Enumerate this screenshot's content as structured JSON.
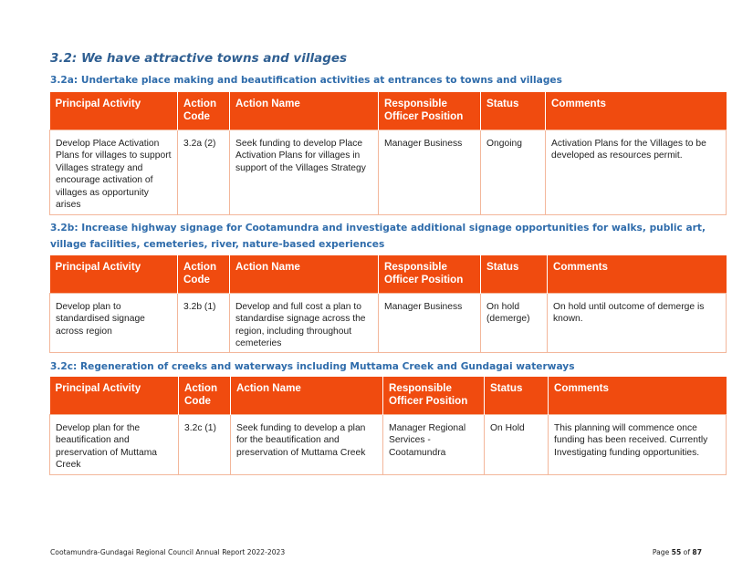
{
  "section_title": "3.2: We have attractive towns and villages",
  "columns": [
    "Principal Activity",
    "Action Code",
    "Action Name",
    "Responsible Officer Position",
    "Status",
    "Comments"
  ],
  "blocks": [
    {
      "heading": "3.2a: Undertake place making and beautification activities at entrances to towns and villages",
      "row": {
        "principal_activity": "Develop Place Activation Plans for villages to support Villages strategy and encourage activation of villages as opportunity arises",
        "action_code": "3.2a (2)",
        "action_name": "Seek funding to develop Place Activation Plans for villages in support of the Villages Strategy",
        "responsible_officer": "Manager Business",
        "status": "Ongoing",
        "comments": "Activation Plans for the Villages to be developed as resources permit."
      }
    },
    {
      "heading": "3.2b: Increase highway signage for Cootamundra and investigate additional signage opportunities for walks, public art, village facilities, cemeteries, river, nature-based experiences",
      "row": {
        "principal_activity": "Develop plan to standardised signage across region",
        "action_code": "3.2b (1)",
        "action_name": "Develop and full cost a plan to standardise signage across the region, including throughout cemeteries",
        "responsible_officer": "Manager Business",
        "status": "On hold (demerge)",
        "comments": "On hold until outcome of demerge is known."
      }
    },
    {
      "heading": "3.2c: Regeneration of creeks and waterways including Muttama Creek and Gundagai waterways",
      "row": {
        "principal_activity": "Develop plan for the beautification and preservation of Muttama Creek",
        "action_code": "3.2c (1)",
        "action_name": "Seek funding to develop a plan for the beautification and preservation of Muttama Creek",
        "responsible_officer": "Manager Regional Services - Cootamundra",
        "status": "On Hold",
        "comments": "This planning will commence once funding has been received. Currently Investigating funding opportunities."
      }
    }
  ],
  "footer": {
    "report_name": "Cootamundra-Gundagai Regional Council Annual Report 2022-2023",
    "page_prefix": "Page",
    "page_number": "55",
    "page_of": "of",
    "page_total": "87"
  },
  "colors": {
    "header_bg": "#f04b0f",
    "cell_border": "#f3b79b",
    "heading_blue": "#2f6cab",
    "title_blue": "#2f5f92"
  }
}
